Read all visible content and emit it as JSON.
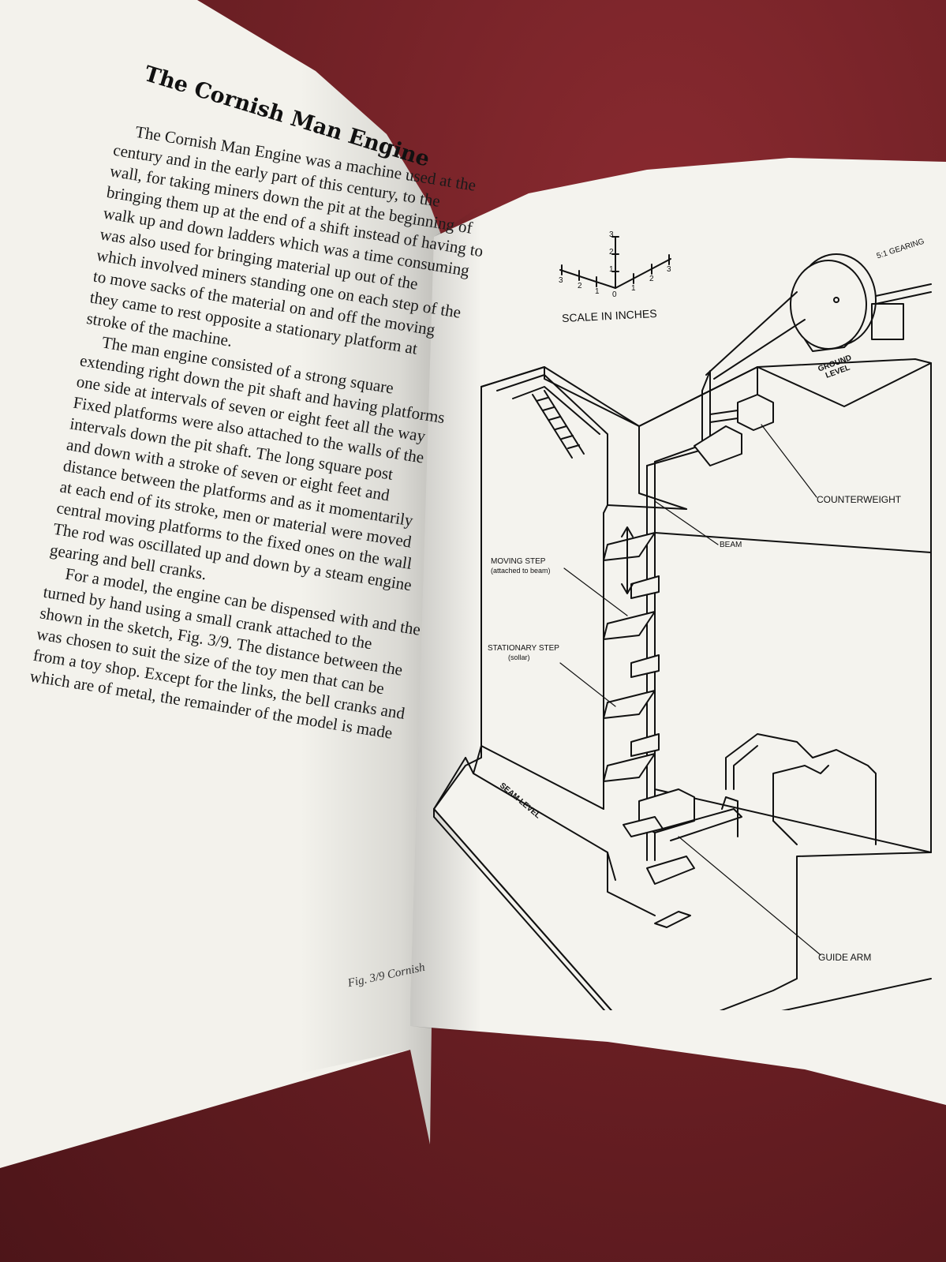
{
  "left_page": {
    "heading": "The Cornish Man Engine",
    "lines": [
      "The Cornish Man Engine was a machine used at the",
      "century and in the early part of this century, to the",
      "wall, for taking miners down the pit at the beginning of",
      "bringing them up at the end of a shift instead of having to",
      "walk up and down ladders which was a time consuming",
      "was also used for bringing material up out of the",
      "which involved miners standing one on each step of the",
      "to move sacks of the material on and off the moving",
      "they came to rest opposite a stationary platform at",
      "stroke of the machine.",
      "The man engine consisted of a strong square",
      "extending right down the pit shaft and having platforms",
      "one side at intervals of seven or eight feet all the way",
      "Fixed platforms were also attached to the walls of the",
      "intervals down the pit shaft. The long square post",
      "and down with a stroke of seven or eight feet and",
      "distance between the platforms and as it momentarily",
      "at each end of its stroke, men or material were moved",
      "central moving platforms to the fixed ones on the wall",
      "The rod was oscillated up and down by a steam engine",
      "gearing and bell cranks.",
      "For a model, the engine can be dispensed with and the",
      "turned by hand using a small crank attached to the",
      "shown in the sketch, Fig. 3/9. The distance between the",
      "was chosen to suit the size of the toy men that can be",
      "from a toy shop. Except for the links, the bell cranks and",
      "which are of metal, the remainder of the model is made"
    ],
    "caption": "Fig. 3/9  Cornish"
  },
  "figure": {
    "scale_label": "SCALE IN INCHES",
    "scale_ticks": [
      "3",
      "2",
      "1",
      "0",
      "1",
      "2",
      "3",
      "1",
      "2",
      "3"
    ],
    "labels": {
      "gearing": "5:1 GEARING",
      "ground_level": "GROUND LEVEL",
      "counterweight": "COUNTERWEIGHT",
      "beam": "BEAM",
      "moving_step": "MOVING STEP",
      "moving_step_note": "(attached to beam)",
      "stationary_step": "STATIONARY STEP",
      "stationary_step_note": "(sollar)",
      "seam_level": "SEAM LEVEL",
      "guide_arm": "GUIDE ARM"
    }
  }
}
